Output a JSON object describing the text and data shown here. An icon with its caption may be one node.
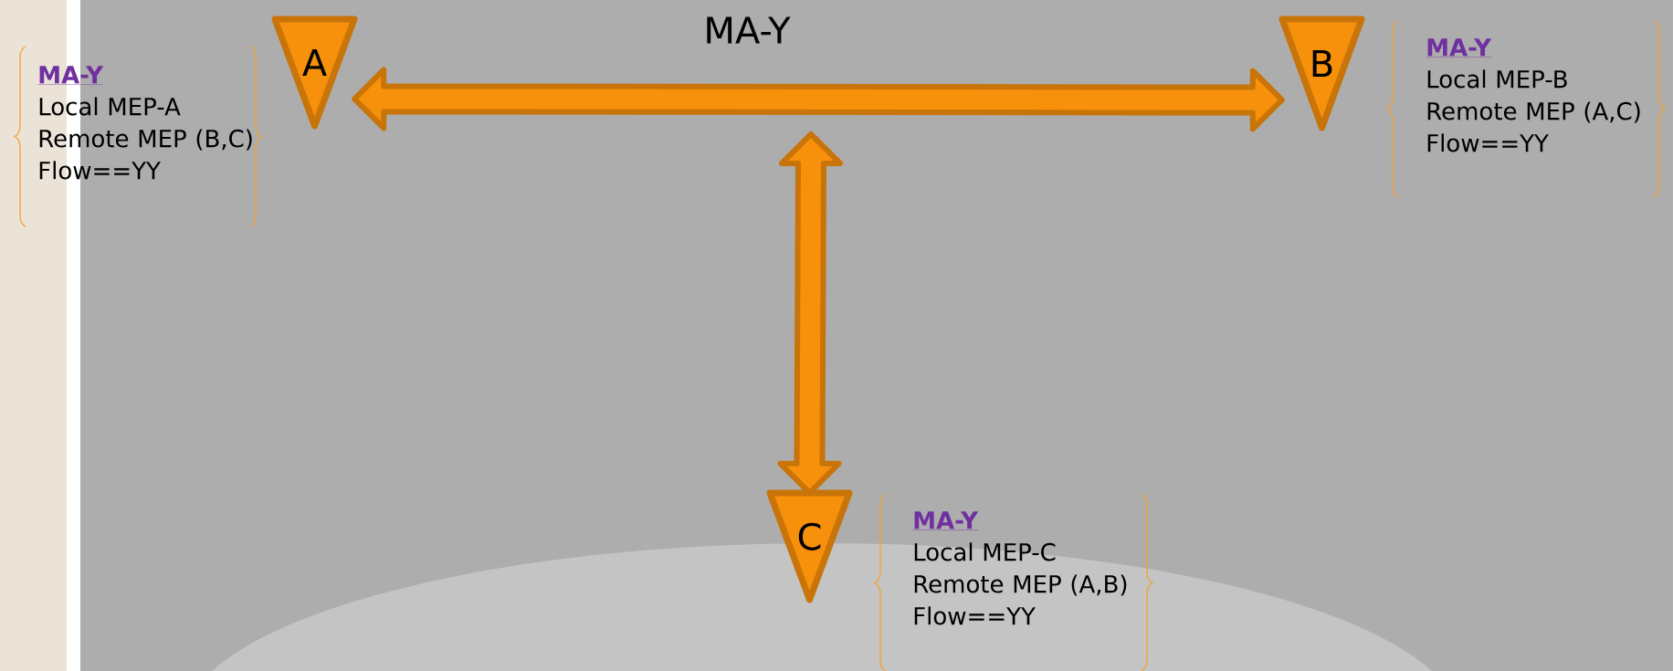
{
  "diagram": {
    "nodes": [
      {
        "text": [
          "A"
        ]
      },
      {
        "text": [
          "B"
        ]
      },
      {
        "text": [
          "C"
        ]
      },
      {
        "text": [
          "MA-Y",
          "Local MEP-A Remote MEP (B,C) Flow==YY"
        ]
      },
      {
        "text": [
          "MA-Y",
          "Local MEP-B Remote MEP (A,C) Flow==YY"
        ]
      },
      {
        "text": [
          "MA-Y",
          "Local MEP-C Remote MEP (A,B) Flow==YY"
        ]
      }
    ],
    "edges": [
      {
        "from": 0,
        "to": 1,
        "arrow": "both",
        "label": "MA-Y"
      },
      {
        "from": null,
        "to": 2,
        "arrow": "both"
      }
    ]
  }
}
